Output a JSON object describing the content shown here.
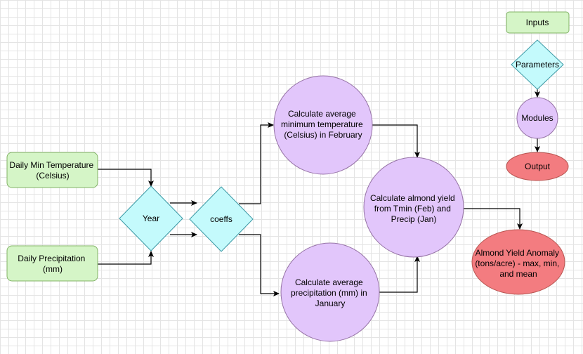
{
  "colors": {
    "input": "#d5f5c7",
    "input_stroke": "#82b366",
    "parameter": "#c4fafc",
    "parameter_stroke": "#3d9aa6",
    "module": "#e2c6fb",
    "module_stroke": "#9673a6",
    "output": "#f37c80",
    "output_stroke": "#b85450"
  },
  "legend": {
    "inputs": "Inputs",
    "parameters": "Parameters",
    "modules": "Modules",
    "output": "Output"
  },
  "nodes": {
    "daily_min_temp": {
      "role": "input",
      "shape": "rounded-rectangle",
      "lines": [
        "Daily Min Temperature",
        "(Celsius)"
      ]
    },
    "daily_precip": {
      "role": "input",
      "shape": "rounded-rectangle",
      "lines": [
        "Daily Precipitation",
        "(mm)"
      ]
    },
    "year": {
      "role": "parameter",
      "shape": "diamond",
      "lines": [
        "Year"
      ]
    },
    "coeffs": {
      "role": "parameter",
      "shape": "diamond",
      "lines": [
        "coeffs"
      ]
    },
    "avg_min_temp_feb": {
      "role": "module",
      "shape": "circle",
      "lines": [
        "Calculate average",
        "minimum temperature",
        "(Celsius) in February"
      ]
    },
    "avg_precip_jan": {
      "role": "module",
      "shape": "circle",
      "lines": [
        "Calculate average",
        "precipitation (mm) in",
        "January"
      ]
    },
    "almond_yield": {
      "role": "module",
      "shape": "circle",
      "lines": [
        "Calculate almond yield",
        "from Tmin (Feb) and",
        "Precip (Jan)"
      ]
    },
    "yield_anomaly": {
      "role": "output",
      "shape": "ellipse",
      "lines": [
        "Almond Yield Anomaly",
        "(tons/acre) - max, min,",
        "and mean"
      ]
    }
  },
  "edges": [
    {
      "from": "daily_min_temp",
      "to": "year"
    },
    {
      "from": "daily_precip",
      "to": "year"
    },
    {
      "from": "year",
      "to": "coeffs"
    },
    {
      "from": "year",
      "to": "coeffs"
    },
    {
      "from": "coeffs",
      "to": "avg_min_temp_feb"
    },
    {
      "from": "coeffs",
      "to": "avg_precip_jan"
    },
    {
      "from": "avg_min_temp_feb",
      "to": "almond_yield"
    },
    {
      "from": "avg_precip_jan",
      "to": "almond_yield"
    },
    {
      "from": "almond_yield",
      "to": "yield_anomaly"
    },
    {
      "from": "legend.parameters",
      "to": "legend.modules"
    },
    {
      "from": "legend.modules",
      "to": "legend.output"
    }
  ]
}
